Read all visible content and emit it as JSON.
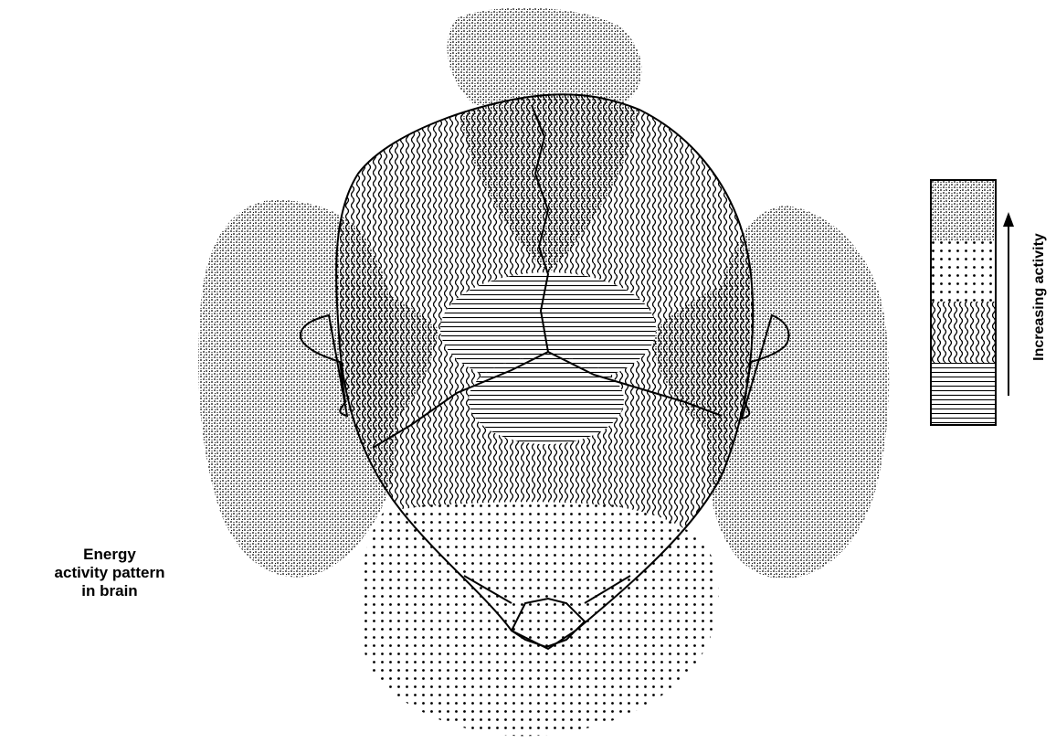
{
  "caption": {
    "lines": [
      "Energy",
      "activity pattern",
      "in brain"
    ]
  },
  "legend": {
    "label": "Increasing activity",
    "levels_high_to_low": [
      "fine-stipple",
      "coarse-dots",
      "wavy-lines",
      "horizontal-lines"
    ]
  },
  "colors": {
    "ink": "#000000",
    "background": "#ffffff"
  }
}
